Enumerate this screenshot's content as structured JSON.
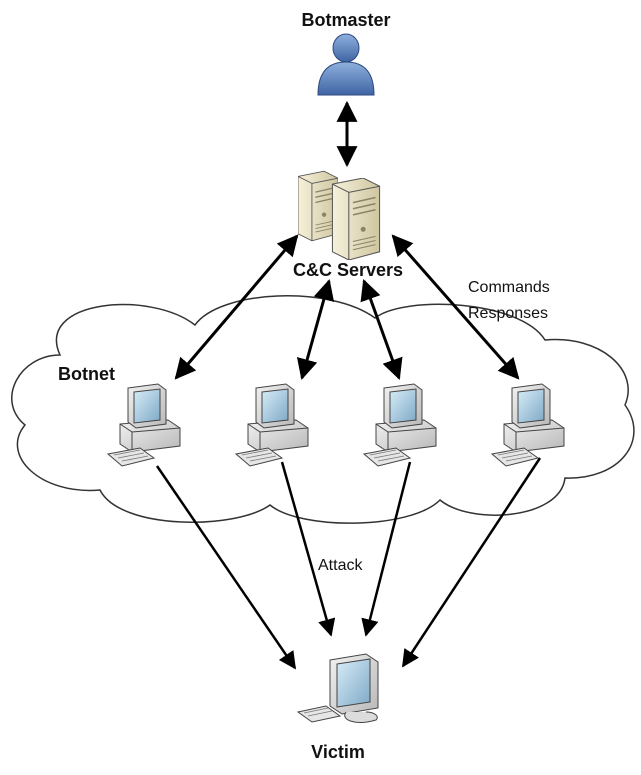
{
  "labels": {
    "botmaster": "Botmaster",
    "cc_servers": "C&C Servers",
    "botnet": "Botnet",
    "commands": "Commands",
    "responses": "Responses",
    "attack": "Attack",
    "victim": "Victim"
  },
  "icons": {
    "botmaster": "user-icon",
    "servers": "server-icon",
    "bots": "desktop-computer-icon",
    "victim": "monitor-icon"
  },
  "colors": {
    "person": "#5b7fb8",
    "server": "#e9e2c3",
    "computer": "#dcdcdc",
    "screen": "#9fc4dc",
    "arrow": "#000000",
    "cloud_stroke": "#333333"
  }
}
